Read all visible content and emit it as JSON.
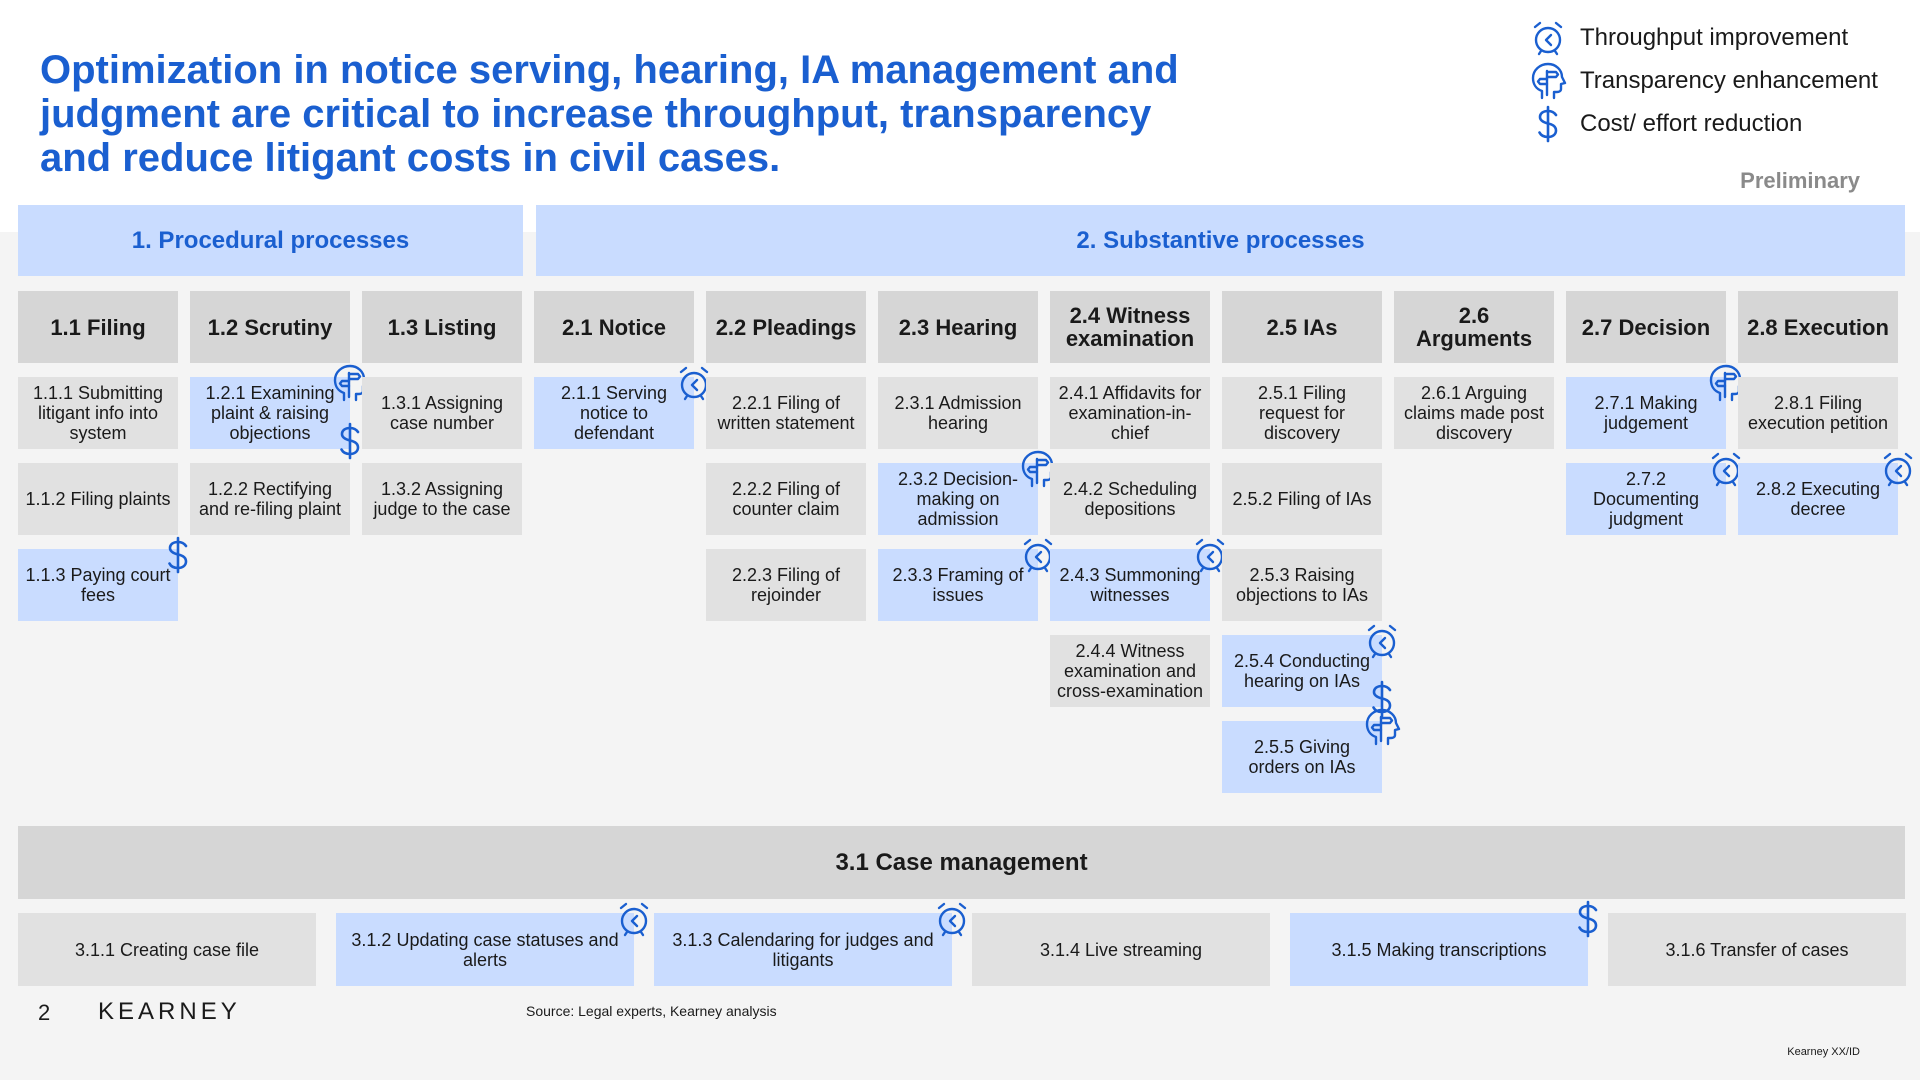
{
  "title": "Optimization in notice serving, hearing, IA management and judgment are critical to increase throughput, transparency and reduce litigant costs in civil cases.",
  "legend": [
    {
      "icon": "alarm-clock-icon",
      "label": "Throughput improvement"
    },
    {
      "icon": "head-signpost-icon",
      "label": "Transparency enhancement"
    },
    {
      "icon": "dollar-icon",
      "label": "Cost/ effort reduction"
    }
  ],
  "status_label": "Preliminary",
  "colors": {
    "accent_blue": "#1a5fd0",
    "highlight_fill": "#c9dcff",
    "neutral_fill": "#e1e1e1",
    "header_fill": "#d6d6d6"
  },
  "sections": {
    "procedural": "1. Procedural processes",
    "substantive": "2. Substantive processes",
    "case_management": "3.1 Case management"
  },
  "steps": [
    {
      "label": "1.1 Filing",
      "tasks": [
        {
          "label": "1.1.1 Submitting litigant info into system",
          "highlight": false,
          "icons": []
        },
        {
          "label": "1.1.2 Filing plaints",
          "highlight": false,
          "icons": []
        },
        {
          "label": "1.1.3 Paying court fees",
          "highlight": true,
          "icons": [
            "dollar-icon"
          ]
        }
      ]
    },
    {
      "label": "1.2 Scrutiny",
      "tasks": [
        {
          "label": "1.2.1 Examining plaint & raising objections",
          "highlight": true,
          "icons": [
            "head-signpost-icon",
            "dollar-icon"
          ]
        },
        {
          "label": "1.2.2 Rectifying and re-filing plaint",
          "highlight": false,
          "icons": []
        }
      ]
    },
    {
      "label": "1.3 Listing",
      "tasks": [
        {
          "label": "1.3.1 Assigning case number",
          "highlight": false,
          "icons": []
        },
        {
          "label": "1.3.2 Assigning judge to the case",
          "highlight": false,
          "icons": []
        }
      ]
    },
    {
      "label": "2.1 Notice",
      "tasks": [
        {
          "label": "2.1.1 Serving notice to defendant",
          "highlight": true,
          "icons": [
            "alarm-clock-icon"
          ]
        }
      ]
    },
    {
      "label": "2.2 Pleadings",
      "tasks": [
        {
          "label": "2.2.1 Filing of written statement",
          "highlight": false,
          "icons": []
        },
        {
          "label": "2.2.2 Filing of counter claim",
          "highlight": false,
          "icons": []
        },
        {
          "label": "2.2.3 Filing of rejoinder",
          "highlight": false,
          "icons": []
        }
      ]
    },
    {
      "label": "2.3 Hearing",
      "tasks": [
        {
          "label": "2.3.1 Admission hearing",
          "highlight": false,
          "icons": []
        },
        {
          "label": "2.3.2 Decision-making on admission",
          "highlight": true,
          "icons": [
            "head-signpost-icon"
          ]
        },
        {
          "label": "2.3.3 Framing of issues",
          "highlight": true,
          "icons": [
            "alarm-clock-icon"
          ]
        }
      ]
    },
    {
      "label": "2.4 Witness examination",
      "tasks": [
        {
          "label": "2.4.1 Affidavits for examination-in-chief",
          "highlight": false,
          "icons": []
        },
        {
          "label": "2.4.2 Scheduling depositions",
          "highlight": false,
          "icons": []
        },
        {
          "label": "2.4.3 Summoning witnesses",
          "highlight": true,
          "icons": [
            "alarm-clock-icon"
          ]
        },
        {
          "label": "2.4.4 Witness examination and cross-examination",
          "highlight": false,
          "icons": []
        }
      ]
    },
    {
      "label": "2.5 IAs",
      "tasks": [
        {
          "label": "2.5.1 Filing request for discovery",
          "highlight": false,
          "icons": []
        },
        {
          "label": "2.5.2 Filing of IAs",
          "highlight": false,
          "icons": []
        },
        {
          "label": "2.5.3 Raising objections to IAs",
          "highlight": false,
          "icons": []
        },
        {
          "label": "2.5.4 Conducting hearing on IAs",
          "highlight": true,
          "icons": [
            "alarm-clock-icon",
            "dollar-icon"
          ]
        },
        {
          "label": "2.5.5 Giving orders on IAs",
          "highlight": true,
          "icons": [
            "head-signpost-icon"
          ]
        }
      ]
    },
    {
      "label": "2.6 Arguments",
      "tasks": [
        {
          "label": "2.6.1 Arguing claims made post discovery",
          "highlight": false,
          "icons": []
        }
      ]
    },
    {
      "label": "2.7 Decision",
      "tasks": [
        {
          "label": "2.7.1 Making judgement",
          "highlight": true,
          "icons": [
            "head-signpost-icon"
          ]
        },
        {
          "label": "2.7.2 Documenting judgment",
          "highlight": true,
          "icons": [
            "alarm-clock-icon"
          ]
        }
      ]
    },
    {
      "label": "2.8 Execution",
      "tasks": [
        {
          "label": "2.8.1 Filing execution petition",
          "highlight": false,
          "icons": []
        },
        {
          "label": "2.8.2 Executing decree",
          "highlight": true,
          "icons": [
            "alarm-clock-icon"
          ]
        }
      ]
    }
  ],
  "case_management_tasks": [
    {
      "label": "3.1.1 Creating case file",
      "highlight": false,
      "icons": []
    },
    {
      "label": "3.1.2 Updating case statuses and alerts",
      "highlight": true,
      "icons": [
        "alarm-clock-icon"
      ]
    },
    {
      "label": "3.1.3 Calendaring for judges and litigants",
      "highlight": true,
      "icons": [
        "alarm-clock-icon"
      ]
    },
    {
      "label": "3.1.4 Live streaming",
      "highlight": false,
      "icons": []
    },
    {
      "label": "3.1.5 Making transcriptions",
      "highlight": true,
      "icons": [
        "dollar-icon"
      ]
    },
    {
      "label": "3.1.6 Transfer of cases",
      "highlight": false,
      "icons": []
    }
  ],
  "footer": {
    "page_number": "2",
    "logo": "KEARNEY",
    "source": "Source: Legal experts, Kearney analysis",
    "ref": "Kearney XX/ID"
  }
}
